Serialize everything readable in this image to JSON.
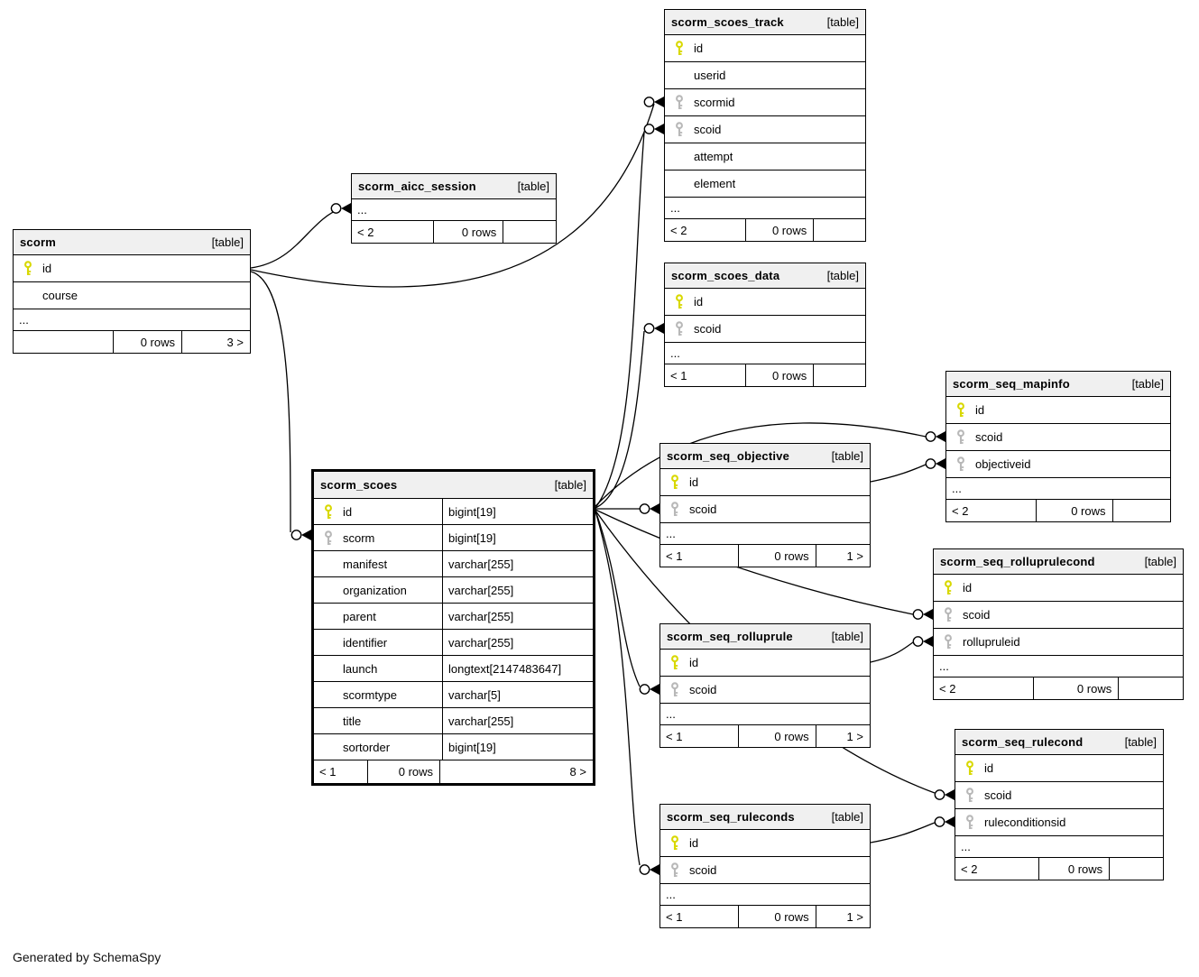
{
  "page": {
    "credit": "Generated by SchemaSpy"
  },
  "colors": {
    "line": "#000000",
    "border": "#000000",
    "header_bg": "#f0f0f0",
    "pk_key": "#d8d800",
    "fk_key": "#b8b8b8",
    "table_bg": "#ffffff"
  },
  "badge_label": "[table]",
  "ellipsis_label": "...",
  "tables": [
    {
      "id": "scorm",
      "title": "scorm",
      "badge": "[table]",
      "columns": [
        {
          "name": "id",
          "key": "pk",
          "type": null
        },
        {
          "name": "course",
          "key": null,
          "type": null
        }
      ],
      "ellipsis": true,
      "footer": {
        "left": "",
        "center": "0 rows",
        "right": "3 >"
      }
    },
    {
      "id": "scorm_aicc_session",
      "title": "scorm_aicc_session",
      "badge": "[table]",
      "columns": [],
      "ellipsis": true,
      "footer": {
        "left": "< 2",
        "center": "0 rows",
        "right": ""
      }
    },
    {
      "id": "scorm_scoes_track",
      "title": "scorm_scoes_track",
      "badge": "[table]",
      "columns": [
        {
          "name": "id",
          "key": "pk",
          "type": null
        },
        {
          "name": "userid",
          "key": null,
          "type": null
        },
        {
          "name": "scormid",
          "key": "fk",
          "type": null
        },
        {
          "name": "scoid",
          "key": "fk",
          "type": null
        },
        {
          "name": "attempt",
          "key": null,
          "type": null
        },
        {
          "name": "element",
          "key": null,
          "type": null
        }
      ],
      "ellipsis": true,
      "footer": {
        "left": "< 2",
        "center": "0 rows",
        "right": ""
      }
    },
    {
      "id": "scorm_scoes_data",
      "title": "scorm_scoes_data",
      "badge": "[table]",
      "columns": [
        {
          "name": "id",
          "key": "pk",
          "type": null
        },
        {
          "name": "scoid",
          "key": "fk",
          "type": null
        }
      ],
      "ellipsis": true,
      "footer": {
        "left": "< 1",
        "center": "0 rows",
        "right": ""
      }
    },
    {
      "id": "scorm_seq_mapinfo",
      "title": "scorm_seq_mapinfo",
      "badge": "[table]",
      "columns": [
        {
          "name": "id",
          "key": "pk",
          "type": null
        },
        {
          "name": "scoid",
          "key": "fk",
          "type": null
        },
        {
          "name": "objectiveid",
          "key": "fk",
          "type": null
        }
      ],
      "ellipsis": true,
      "footer": {
        "left": "< 2",
        "center": "0 rows",
        "right": ""
      }
    },
    {
      "id": "scorm_seq_objective",
      "title": "scorm_seq_objective",
      "badge": "[table]",
      "columns": [
        {
          "name": "id",
          "key": "pk",
          "type": null
        },
        {
          "name": "scoid",
          "key": "fk",
          "type": null
        }
      ],
      "ellipsis": true,
      "footer": {
        "left": "< 1",
        "center": "0 rows",
        "right": "1 >"
      }
    },
    {
      "id": "scorm_scoes",
      "title": "scorm_scoes",
      "badge": "[table]",
      "columns": [
        {
          "name": "id",
          "key": "pk",
          "type": "bigint[19]"
        },
        {
          "name": "scorm",
          "key": "fk",
          "type": "bigint[19]"
        },
        {
          "name": "manifest",
          "key": null,
          "type": "varchar[255]"
        },
        {
          "name": "organization",
          "key": null,
          "type": "varchar[255]"
        },
        {
          "name": "parent",
          "key": null,
          "type": "varchar[255]"
        },
        {
          "name": "identifier",
          "key": null,
          "type": "varchar[255]"
        },
        {
          "name": "launch",
          "key": null,
          "type": "longtext[2147483647]"
        },
        {
          "name": "scormtype",
          "key": null,
          "type": "varchar[5]"
        },
        {
          "name": "title",
          "key": null,
          "type": "varchar[255]"
        },
        {
          "name": "sortorder",
          "key": null,
          "type": "bigint[19]"
        }
      ],
      "ellipsis": false,
      "footer": {
        "left": "< 1",
        "center": "0 rows",
        "right": "8 >"
      }
    },
    {
      "id": "scorm_seq_rolluprulecond",
      "title": "scorm_seq_rolluprulecond",
      "badge": "[table]",
      "columns": [
        {
          "name": "id",
          "key": "pk",
          "type": null
        },
        {
          "name": "scoid",
          "key": "fk",
          "type": null
        },
        {
          "name": "rollupruleid",
          "key": "fk",
          "type": null
        }
      ],
      "ellipsis": true,
      "footer": {
        "left": "< 2",
        "center": "0 rows",
        "right": ""
      }
    },
    {
      "id": "scorm_seq_rolluprule",
      "title": "scorm_seq_rolluprule",
      "badge": "[table]",
      "columns": [
        {
          "name": "id",
          "key": "pk",
          "type": null
        },
        {
          "name": "scoid",
          "key": "fk",
          "type": null
        }
      ],
      "ellipsis": true,
      "footer": {
        "left": "< 1",
        "center": "0 rows",
        "right": "1 >"
      }
    },
    {
      "id": "scorm_seq_rulecond",
      "title": "scorm_seq_rulecond",
      "badge": "[table]",
      "columns": [
        {
          "name": "id",
          "key": "pk",
          "type": null
        },
        {
          "name": "scoid",
          "key": "fk",
          "type": null
        },
        {
          "name": "ruleconditionsid",
          "key": "fk",
          "type": null
        }
      ],
      "ellipsis": true,
      "footer": {
        "left": "< 2",
        "center": "0 rows",
        "right": ""
      }
    },
    {
      "id": "scorm_seq_ruleconds",
      "title": "scorm_seq_ruleconds",
      "badge": "[table]",
      "columns": [
        {
          "name": "id",
          "key": "pk",
          "type": null
        },
        {
          "name": "scoid",
          "key": "fk",
          "type": null
        }
      ],
      "ellipsis": true,
      "footer": {
        "left": "< 1",
        "center": "0 rows",
        "right": "1 >"
      }
    }
  ],
  "relationships": [
    {
      "from": "scorm.id",
      "to": "scorm_aicc_session"
    },
    {
      "from": "scorm.id",
      "to": "scorm_scoes_track.scormid"
    },
    {
      "from": "scorm.id",
      "to": "scorm_scoes.scorm"
    },
    {
      "from": "scorm_scoes.id",
      "to": "scorm_scoes_track.scoid"
    },
    {
      "from": "scorm_scoes.id",
      "to": "scorm_scoes_data.scoid"
    },
    {
      "from": "scorm_scoes.id",
      "to": "scorm_seq_objective.scoid"
    },
    {
      "from": "scorm_scoes.id",
      "to": "scorm_seq_mapinfo.scoid"
    },
    {
      "from": "scorm_scoes.id",
      "to": "scorm_seq_rolluprulecond.scoid"
    },
    {
      "from": "scorm_scoes.id",
      "to": "scorm_seq_rolluprule.scoid"
    },
    {
      "from": "scorm_scoes.id",
      "to": "scorm_seq_rulecond.scoid"
    },
    {
      "from": "scorm_scoes.id",
      "to": "scorm_seq_ruleconds.scoid"
    },
    {
      "from": "scorm_seq_objective.id",
      "to": "scorm_seq_mapinfo.objectiveid"
    },
    {
      "from": "scorm_seq_rolluprule.id",
      "to": "scorm_seq_rolluprulecond.rollupruleid"
    },
    {
      "from": "scorm_seq_ruleconds.id",
      "to": "scorm_seq_rulecond.ruleconditionsid"
    }
  ]
}
